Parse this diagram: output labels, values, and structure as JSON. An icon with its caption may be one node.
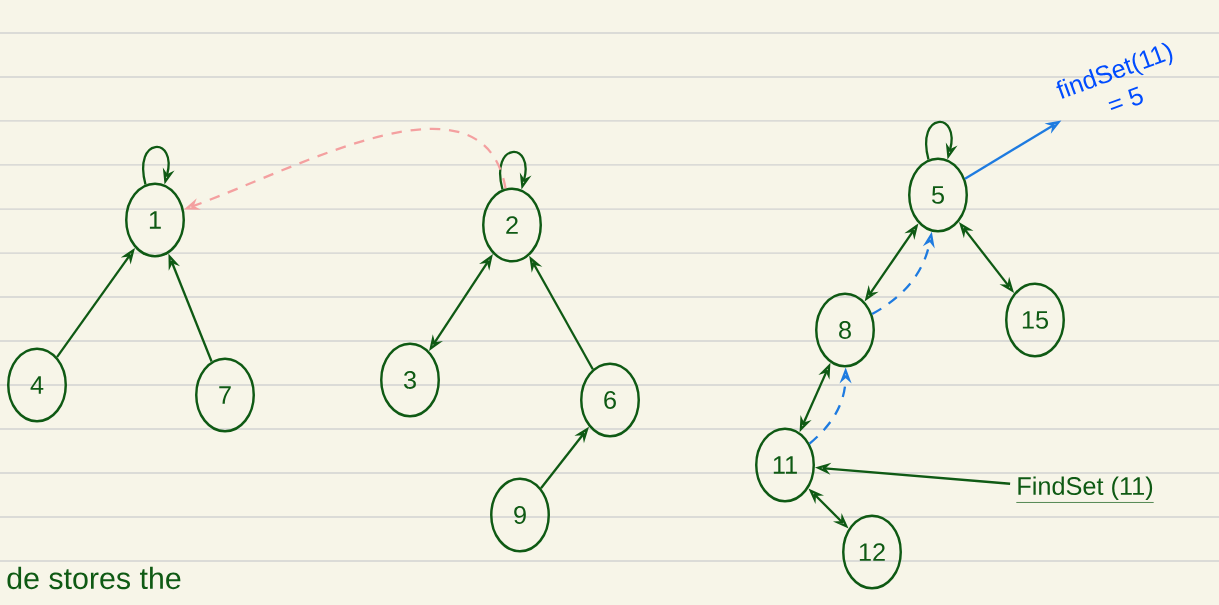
{
  "diagram": {
    "nodes": [
      {
        "text": [
          "1"
        ]
      },
      {
        "text": [
          "2"
        ]
      },
      {
        "text": [
          "4"
        ]
      },
      {
        "text": [
          "7"
        ]
      },
      {
        "text": [
          "3"
        ]
      },
      {
        "text": [
          "6"
        ]
      },
      {
        "text": [
          "9"
        ]
      },
      {
        "text": [
          "findSet(11)",
          "= 5"
        ]
      },
      {
        "text": [
          "5"
        ]
      },
      {
        "text": [
          "8"
        ]
      },
      {
        "text": [
          "15"
        ]
      },
      {
        "text": [
          "11"
        ]
      },
      {
        "text": [
          "FindSet (11)"
        ]
      },
      {
        "text": [
          "12"
        ]
      }
    ],
    "edges": [
      {
        "from": 0,
        "to": 0,
        "arrow": "to"
      },
      {
        "from": 1,
        "to": 1,
        "arrow": "to"
      },
      {
        "from": 1,
        "to": 0,
        "arrow": "to",
        "style": "dashed",
        "color": "#f4a0a0"
      },
      {
        "from": 2,
        "to": 0,
        "arrow": "to"
      },
      {
        "from": 3,
        "to": 0,
        "arrow": "to"
      },
      {
        "from": 4,
        "to": 1,
        "arrow": "both"
      },
      {
        "from": 5,
        "to": 1,
        "arrow": "to"
      },
      {
        "from": 6,
        "to": 5,
        "arrow": "to"
      },
      {
        "from": 8,
        "to": 8,
        "arrow": "to"
      },
      {
        "from": 8,
        "to": 7,
        "arrow": "to",
        "color": "#1e7be0"
      },
      {
        "from": 9,
        "to": 8,
        "arrow": "both"
      },
      {
        "from": 10,
        "to": 8,
        "arrow": "both"
      },
      {
        "from": 9,
        "to": 8,
        "arrow": "to",
        "style": "dashed",
        "color": "#1e7be0"
      },
      {
        "from": 11,
        "to": 9,
        "arrow": "both"
      },
      {
        "from": 11,
        "to": 9,
        "arrow": "to",
        "style": "dashed",
        "color": "#1e7be0"
      },
      {
        "from": 12,
        "to": 11,
        "arrow": "to"
      },
      {
        "from": 13,
        "to": 11,
        "arrow": "both"
      }
    ],
    "labels": [
      "de stores the"
    ]
  }
}
